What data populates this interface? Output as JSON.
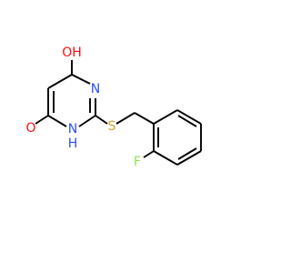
{
  "molecule": {
    "atoms": {
      "o_top": {
        "label": "O",
        "hydrogen": "H",
        "color": "#ff0d0d"
      },
      "n_ring": {
        "label": "N",
        "color": "#3050f8"
      },
      "s_link": {
        "label": "S",
        "color": "#c8a82b"
      },
      "nh_ring": {
        "label": "N",
        "hydrogen": "H",
        "color": "#3050f8"
      },
      "o_left": {
        "label": "O",
        "color": "#ff0d0d"
      },
      "f_sub": {
        "label": "F",
        "color": "#90e050"
      }
    },
    "bond_color": "#000000"
  }
}
